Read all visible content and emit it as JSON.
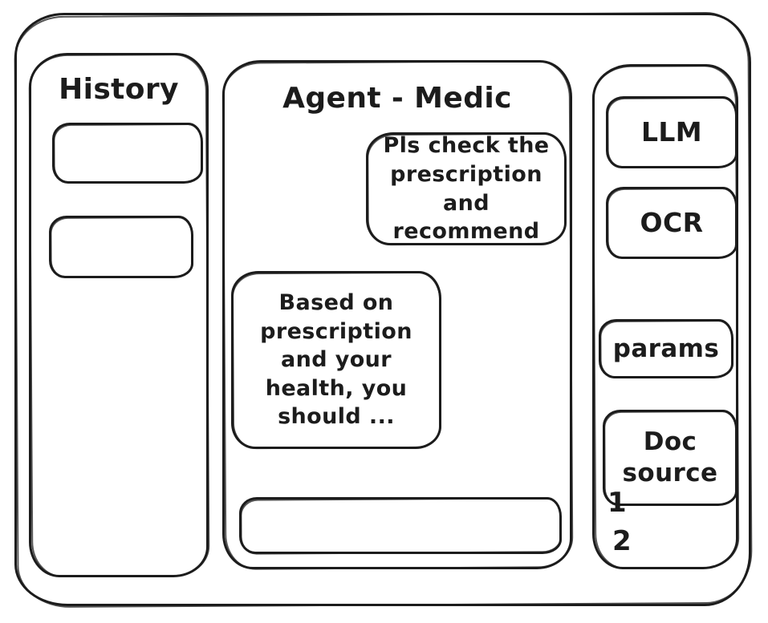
{
  "window": {
    "background": "#ffffff",
    "ink": "#1c1c1c"
  },
  "history_panel": {
    "title": "History",
    "items": [
      {
        "label": ""
      },
      {
        "label": ""
      }
    ]
  },
  "chat_panel": {
    "title": "Agent - Medic",
    "messages": [
      {
        "role": "user",
        "text": "Pls check the prescription and recommend"
      },
      {
        "role": "assistant",
        "text": "Based on prescription and your health, you should ..."
      }
    ],
    "input": {
      "value": ""
    }
  },
  "tools_panel": {
    "buttons": [
      {
        "label": "LLM"
      },
      {
        "label": "OCR"
      },
      {
        "label": "params"
      },
      {
        "label": "Doc source"
      }
    ],
    "doc_numbers": [
      "1",
      "2"
    ]
  }
}
